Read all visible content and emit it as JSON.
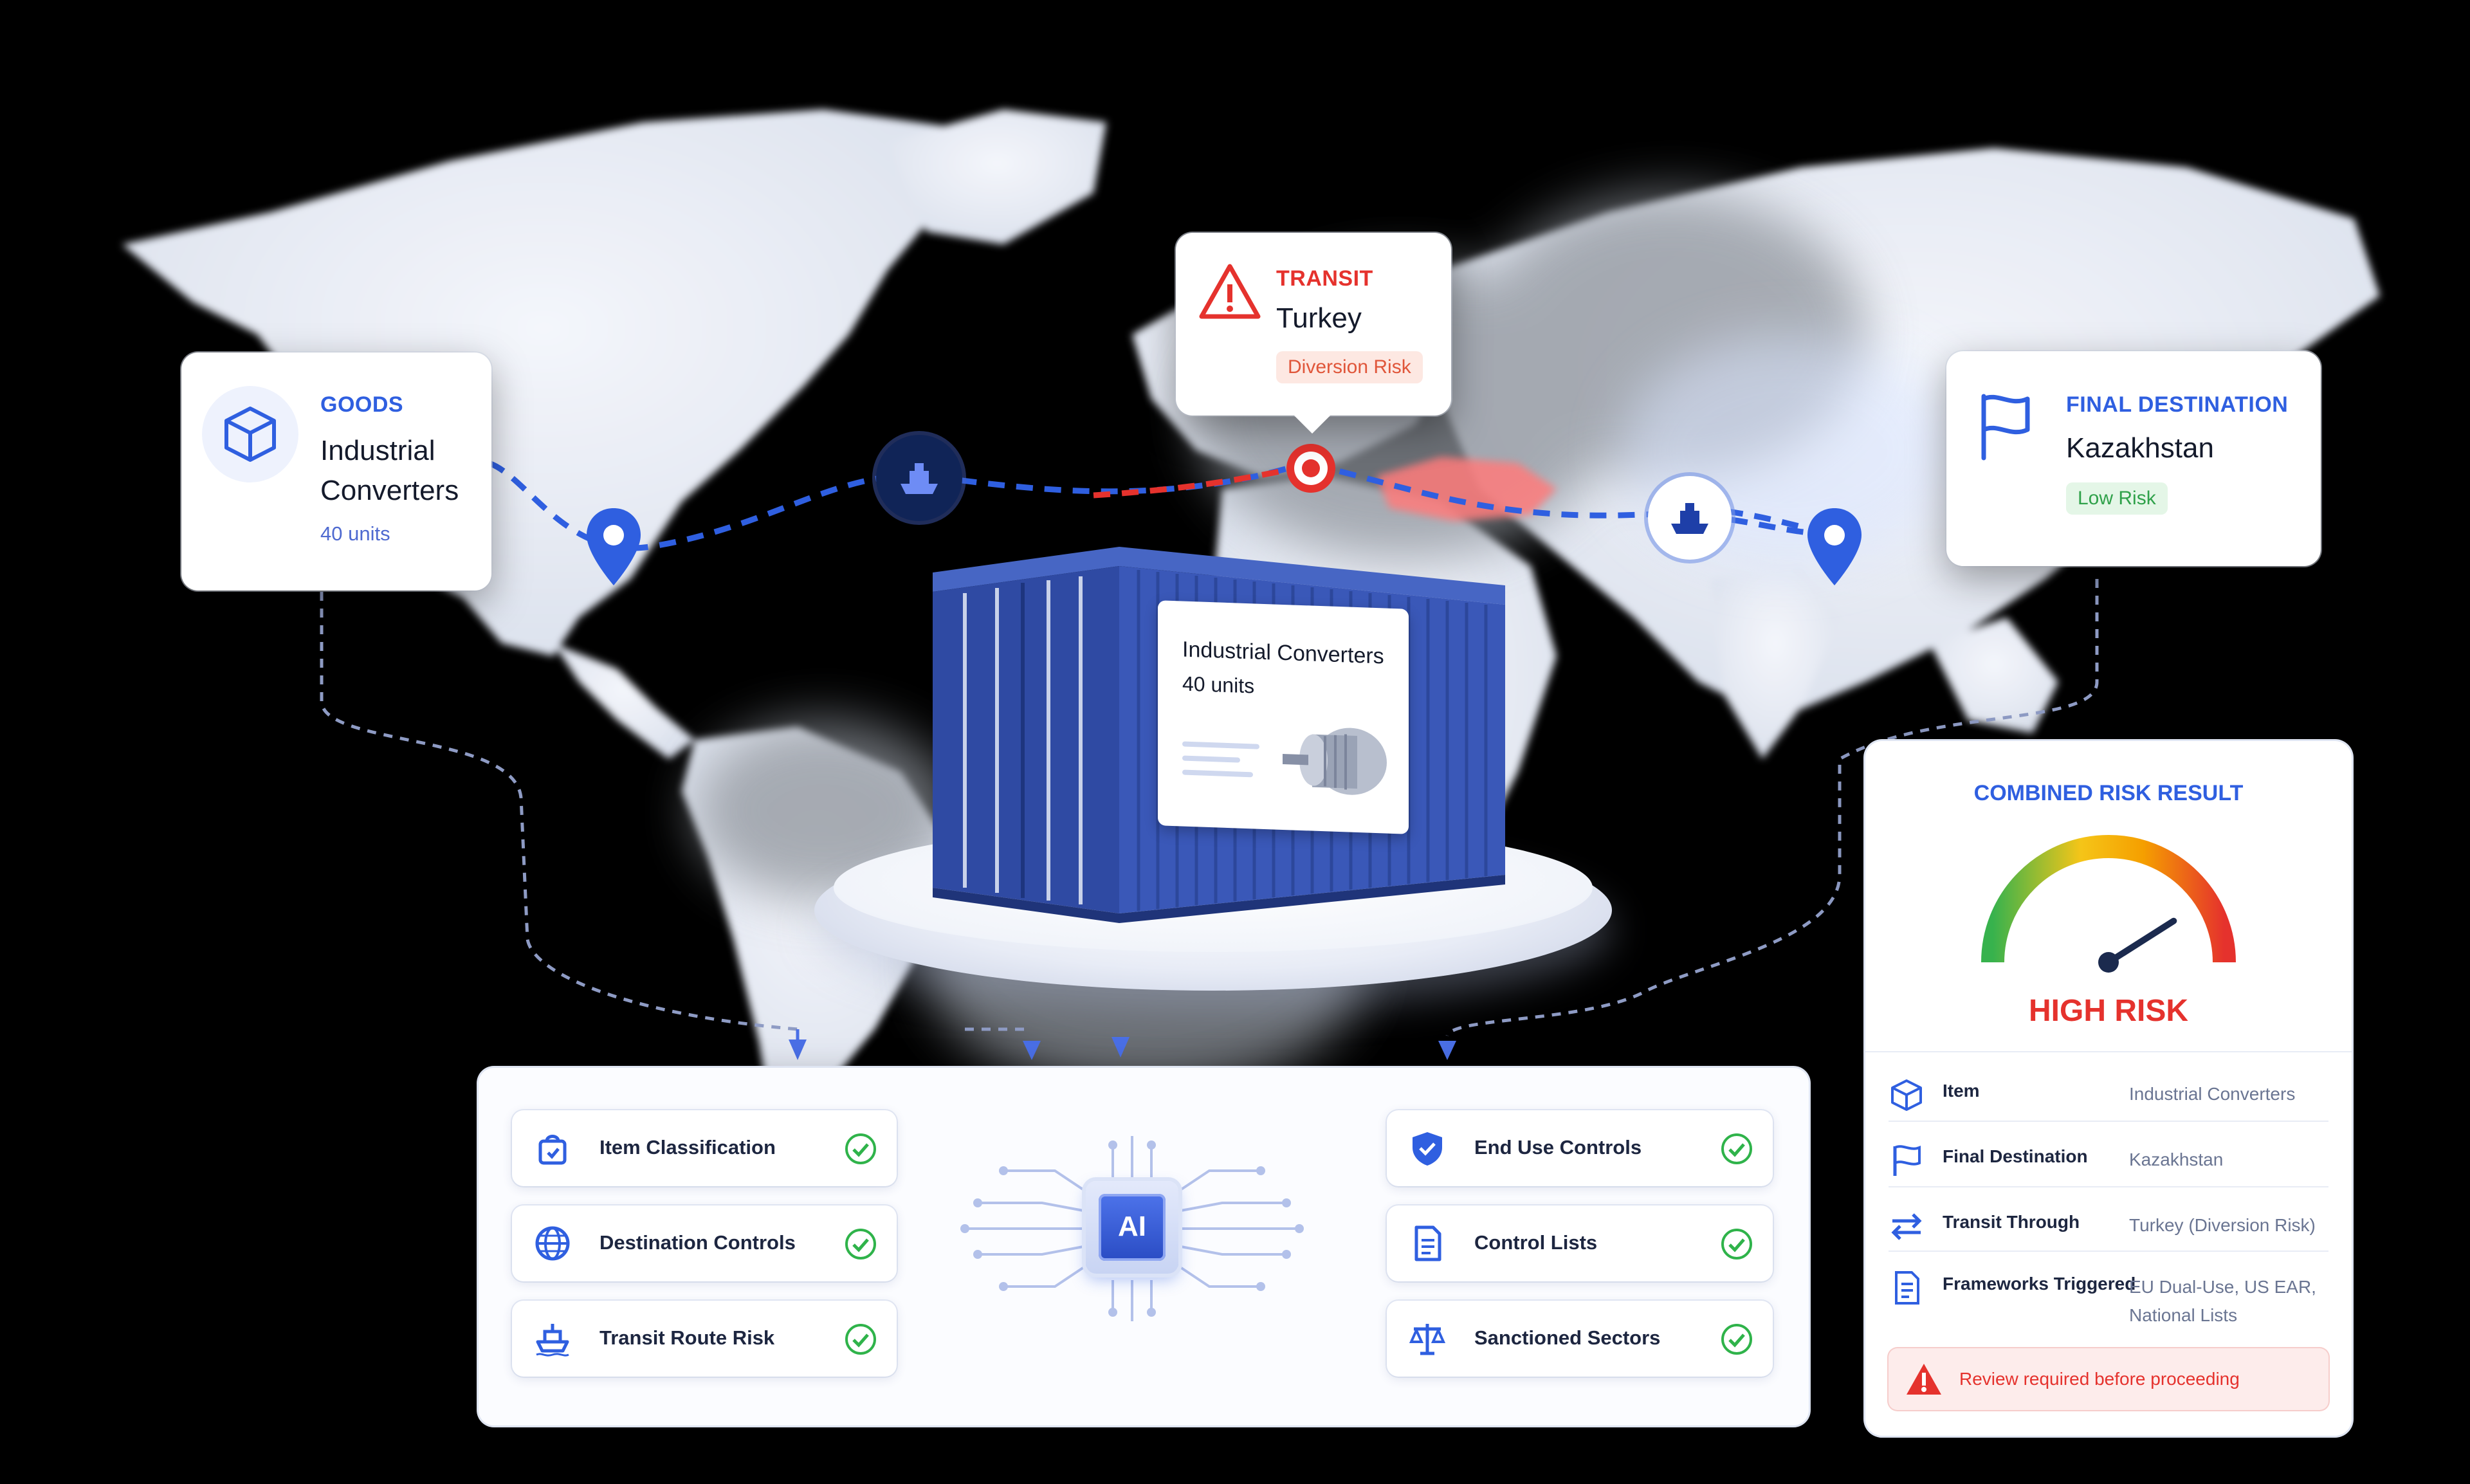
{
  "goods": {
    "label": "GOODS",
    "title_line1": "Industrial",
    "title_line2": "Converters",
    "quantity": "40 units",
    "icon": "box-icon"
  },
  "transit": {
    "label": "TRANSIT",
    "country": "Turkey",
    "badge": "Diversion Risk",
    "icon": "warning-icon"
  },
  "destination": {
    "label": "FINAL DESTINATION",
    "country": "Kazakhstan",
    "badge": "Low Risk",
    "icon": "flag-icon"
  },
  "container": {
    "title": "Industrial Converters",
    "quantity": "40 units"
  },
  "checks": {
    "chip": "AI",
    "left": [
      {
        "label": "Item Classification",
        "icon": "tag-icon"
      },
      {
        "label": "Destination Controls",
        "icon": "globe-icon"
      },
      {
        "label": "Transit Route Risk",
        "icon": "ship-icon"
      }
    ],
    "right": [
      {
        "label": "End Use Controls",
        "icon": "shield-icon"
      },
      {
        "label": "Control Lists",
        "icon": "document-icon"
      },
      {
        "label": "Sanctioned Sectors",
        "icon": "scales-icon"
      }
    ]
  },
  "result": {
    "title": "COMBINED RISK RESULT",
    "level": "HIGH RISK",
    "gauge_value": 0.82,
    "rows": [
      {
        "key": "Item",
        "value": "Industrial Converters",
        "icon": "box-icon"
      },
      {
        "key": "Final Destination",
        "value": "Kazakhstan",
        "icon": "flag-icon"
      },
      {
        "key": "Transit Through",
        "value": "Turkey (Diversion Risk)",
        "icon": "swap-icon"
      },
      {
        "key": "Frameworks Triggered",
        "value_line1": "EU Dual-Use, US EAR,",
        "value_line2": "National Lists",
        "icon": "document-icon"
      }
    ],
    "warning": "Review required before proceeding"
  },
  "colors": {
    "accent": "#2f5fe0",
    "danger": "#e5322d",
    "success": "#2fb34a",
    "container": "#3450a8"
  }
}
